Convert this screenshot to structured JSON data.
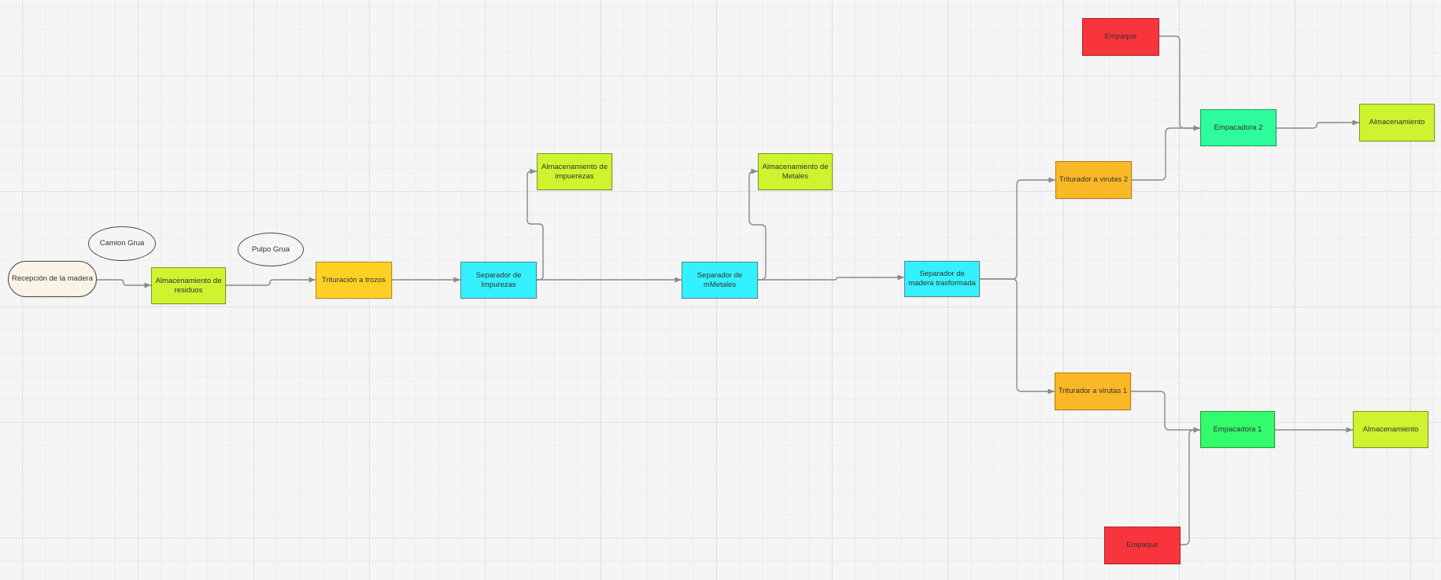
{
  "canvas": {
    "background": "#F5F5F5",
    "grid_minor_color": "#ECECEC",
    "grid_major_color": "#E1E1E1",
    "connector_color": "#8A8A8A"
  },
  "nodes": [
    {
      "id": "recepcion",
      "label": "Recepción de la madera",
      "shape": "stadium",
      "fill": "#FAF4E6",
      "stroke": "#4D4D4D"
    },
    {
      "id": "camion-grua",
      "label": "Camion Grua",
      "shape": "ellipse",
      "fill": "#F5F5F5",
      "stroke": "#4D4D4D"
    },
    {
      "id": "pulpo-grua",
      "label": "Pulpo Grua",
      "shape": "ellipse",
      "fill": "#F5F5F5",
      "stroke": "#4D4D4D"
    },
    {
      "id": "alm-residuos",
      "label": "Almacenamiento de residuos",
      "shape": "rect",
      "fill": "#CDF42F",
      "stroke": "#82951F"
    },
    {
      "id": "trituracion-trozos",
      "label": "Trituración a trozos",
      "shape": "rect",
      "fill": "#FFD024",
      "stroke": "#B08C15"
    },
    {
      "id": "sep-impurezas",
      "label": "Separador de Impurezas",
      "shape": "rect",
      "fill": "#33F1FF",
      "stroke": "#4E8C93"
    },
    {
      "id": "alm-impuerezas",
      "label": "Almacenamiento de impuerezas",
      "shape": "rect",
      "fill": "#CDF42F",
      "stroke": "#82951F"
    },
    {
      "id": "sep-mmetales",
      "label": "Separador de mMetales",
      "shape": "rect",
      "fill": "#33F1FF",
      "stroke": "#4E8C93"
    },
    {
      "id": "alm-metales",
      "label": "Almacenamiento de Metales",
      "shape": "rect",
      "fill": "#CDF42F",
      "stroke": "#82951F"
    },
    {
      "id": "sep-madera",
      "label": "Separador de madera trasformada",
      "shape": "rect",
      "fill": "#33F1FF",
      "stroke": "#4E8C93"
    },
    {
      "id": "triturador-2",
      "label": "Triturador a virutas 2",
      "shape": "rect",
      "fill": "#FBB826",
      "stroke": "#B07E15"
    },
    {
      "id": "empaque-top",
      "label": "Empaque",
      "shape": "rect",
      "fill": "#F8353C",
      "stroke": "#A8232A"
    },
    {
      "id": "empacadora-2",
      "label": "Empacadora 2",
      "shape": "rect",
      "fill": "#2EFB9A",
      "stroke": "#1BA263"
    },
    {
      "id": "almacenamiento-top",
      "label": "Almacenamiento",
      "shape": "rect",
      "fill": "#CDF42F",
      "stroke": "#82951F"
    },
    {
      "id": "triturador-1",
      "label": "Triturador a virutas 1",
      "shape": "rect",
      "fill": "#FBB826",
      "stroke": "#B07E15"
    },
    {
      "id": "empacadora-1",
      "label": "Empacadora 1",
      "shape": "rect",
      "fill": "#33FB6B",
      "stroke": "#1CA23F"
    },
    {
      "id": "almacenamiento-bottom",
      "label": "Almacenamiento",
      "shape": "rect",
      "fill": "#CDF42F",
      "stroke": "#82951F"
    },
    {
      "id": "empaque-bottom",
      "label": "Empaque",
      "shape": "rect",
      "fill": "#F8353C",
      "stroke": "#A8232A"
    }
  ],
  "edges": [
    {
      "from": "recepcion",
      "to": "alm-residuos"
    },
    {
      "from": "alm-residuos",
      "to": "trituracion-trozos"
    },
    {
      "from": "trituracion-trozos",
      "to": "sep-impurezas"
    },
    {
      "from": "sep-impurezas",
      "to": "alm-impuerezas"
    },
    {
      "from": "sep-impurezas",
      "to": "sep-mmetales"
    },
    {
      "from": "sep-mmetales",
      "to": "alm-metales"
    },
    {
      "from": "sep-mmetales",
      "to": "sep-madera"
    },
    {
      "from": "sep-madera",
      "to": "triturador-2"
    },
    {
      "from": "sep-madera",
      "to": "triturador-1"
    },
    {
      "from": "empaque-top",
      "to": "empacadora-2"
    },
    {
      "from": "triturador-2",
      "to": "empacadora-2"
    },
    {
      "from": "empacadora-2",
      "to": "almacenamiento-top"
    },
    {
      "from": "triturador-1",
      "to": "empacadora-1"
    },
    {
      "from": "empaque-bottom",
      "to": "empacadora-1"
    },
    {
      "from": "empacadora-1",
      "to": "almacenamiento-bottom"
    }
  ]
}
